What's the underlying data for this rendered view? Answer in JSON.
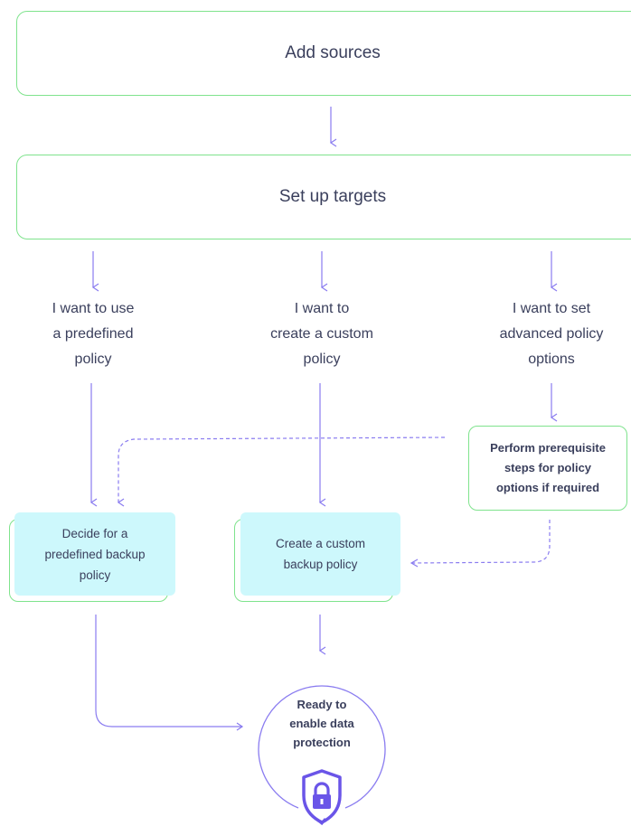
{
  "steps": {
    "add_sources": "Add sources",
    "set_up_targets": "Set up targets"
  },
  "choices": {
    "predefined": "I want to use\na predefined\npolicy",
    "custom": "I want to\ncreate a custom\npolicy",
    "advanced": "I want to set\nadvanced policy\noptions"
  },
  "prerequisite": "Perform prerequisite\nsteps for policy\noptions if required",
  "cards": {
    "predefined": "Decide for a\npredefined backup\npolicy",
    "custom": "Create a custom\nbackup policy"
  },
  "ready": "Ready to\nenable data\nprotection",
  "colors": {
    "green_border": "#7fe38d",
    "arrow_purple": "#8a7cf0",
    "card_cyan": "#cdf8fc",
    "text": "#3a3f5c"
  },
  "icons": [
    "shield-lock-icon"
  ]
}
